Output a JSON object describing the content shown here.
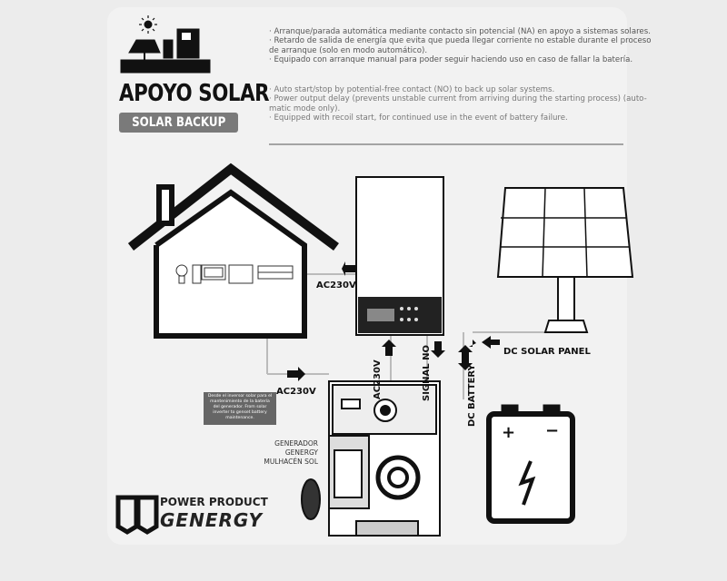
{
  "header": {
    "title": "APOYO SOLAR",
    "subtitle": "SOLAR BACKUP"
  },
  "spanish_notes": [
    "· Arranque/parada automática mediante contacto sin potencial (NA) en apoyo a sistemas solares.",
    "· Retardo de salida de energía que evita que pueda llegar corriente no estable durante el proceso",
    "  de arranque (solo en modo automático).",
    "· Equipado con arranque manual para poder seguir haciendo uso en caso de fallar la batería."
  ],
  "english_notes": [
    "· Auto start/stop by potential-free contact (NO) to back up solar systems.",
    "· Power output delay (prevents unstable current from arriving during the starting process) (auto-",
    "  matic mode only).",
    "· Equipped with recoil start, for continued use in the event of battery failure."
  ],
  "diagram": {
    "label_house_ac": "AC230V",
    "label_gen_ac": "AC230V",
    "label_inverter_ac": "AC230V",
    "label_signal": "SIGNAL NO",
    "label_dc_battery": "DC BATTERY",
    "label_dc_solar": "DC SOLAR PANEL",
    "generator_label": [
      "GENERADOR",
      "GENERGY",
      "MULHACÉN SOL"
    ],
    "note_text": "Desde el inversor solar para el mantenimiento de la batería del generador. From solar inverter to genset battery maintenance."
  },
  "brand": {
    "line1": "POWER PRODUCT",
    "line2": "GENERGY"
  },
  "colors": {
    "card": "#f2f2f2",
    "pill": "#7a7a7a",
    "ink": "#111111"
  }
}
